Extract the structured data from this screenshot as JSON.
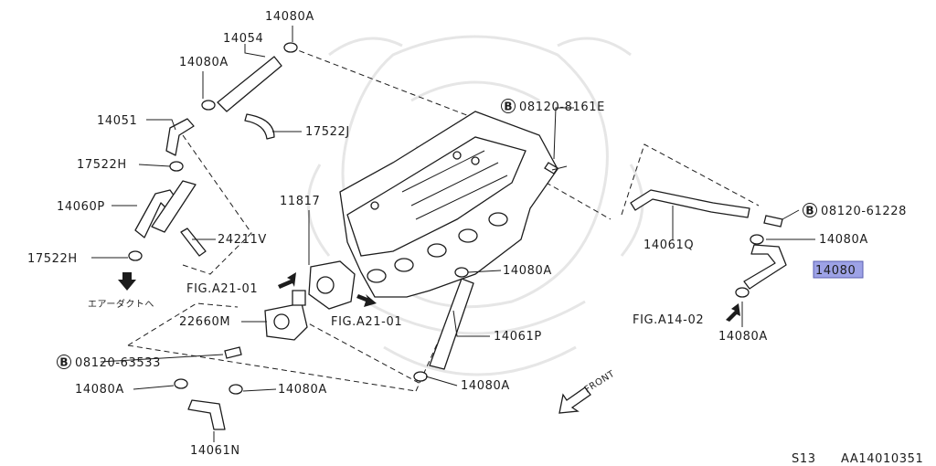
{
  "labels": {
    "p14080A_top": "14080A",
    "p14054": "14054",
    "p14080A_left": "14080A",
    "p14051": "14051",
    "p17522J": "17522J",
    "p17522H_top": "17522H",
    "p14060P": "14060P",
    "p24211V": "24211V",
    "p17522H_bottom": "17522H",
    "air_duct": "エアーダクトへ",
    "p11817": "11817",
    "fig_a21_left": "FIG.A21-01",
    "fig_a21_center": "FIG.A21-01",
    "p22660M": "22660M",
    "bolt_63533": "08120-63533",
    "p14080A_bl": "14080A",
    "p14080A_bc": "14080A",
    "p14061N": "14061N",
    "bolt_8161E": "08120-8161E",
    "bolt_61228": "08120-61228",
    "p14061Q": "14061Q",
    "p14080A_right": "14080A",
    "p14080_sel": "14080",
    "fig_a14": "FIG.A14-02",
    "p14080A_rb": "14080A",
    "p14080A_mid": "14080A",
    "p14061P": "14061P",
    "p14080A_low": "14080A",
    "front": "FRONT",
    "bolt_symbol": "B",
    "model": "S13",
    "diagram_code": "AA14010351"
  },
  "colors": {
    "highlight": "#9da2e6",
    "ink": "#1c1c1c",
    "watermark": "#e6e6e6"
  }
}
